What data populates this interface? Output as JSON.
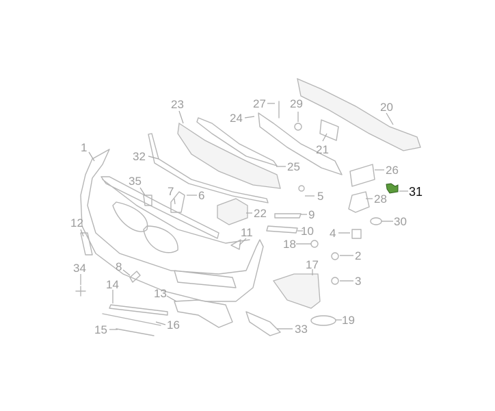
{
  "diagram": {
    "highlight_color": "#5a9a3a",
    "label_color": "#9c9c9c",
    "highlighted_part": "31",
    "labels": {
      "p1": "1",
      "p2": "2",
      "p3": "3",
      "p4": "4",
      "p5": "5",
      "p6": "6",
      "p7": "7",
      "p8": "8",
      "p9": "9",
      "p10": "10",
      "p11": "11",
      "p12": "12",
      "p13": "13",
      "p14": "14",
      "p15": "15",
      "p16": "16",
      "p17": "17",
      "p18": "18",
      "p19": "19",
      "p20": "20",
      "p21": "21",
      "p22": "22",
      "p23": "23",
      "p24": "24",
      "p25": "25",
      "p26": "26",
      "p27": "27",
      "p28": "28",
      "p29": "29",
      "p30": "30",
      "p31": "31",
      "p32": "32",
      "p33": "33",
      "p34": "34",
      "p35": "35"
    }
  }
}
